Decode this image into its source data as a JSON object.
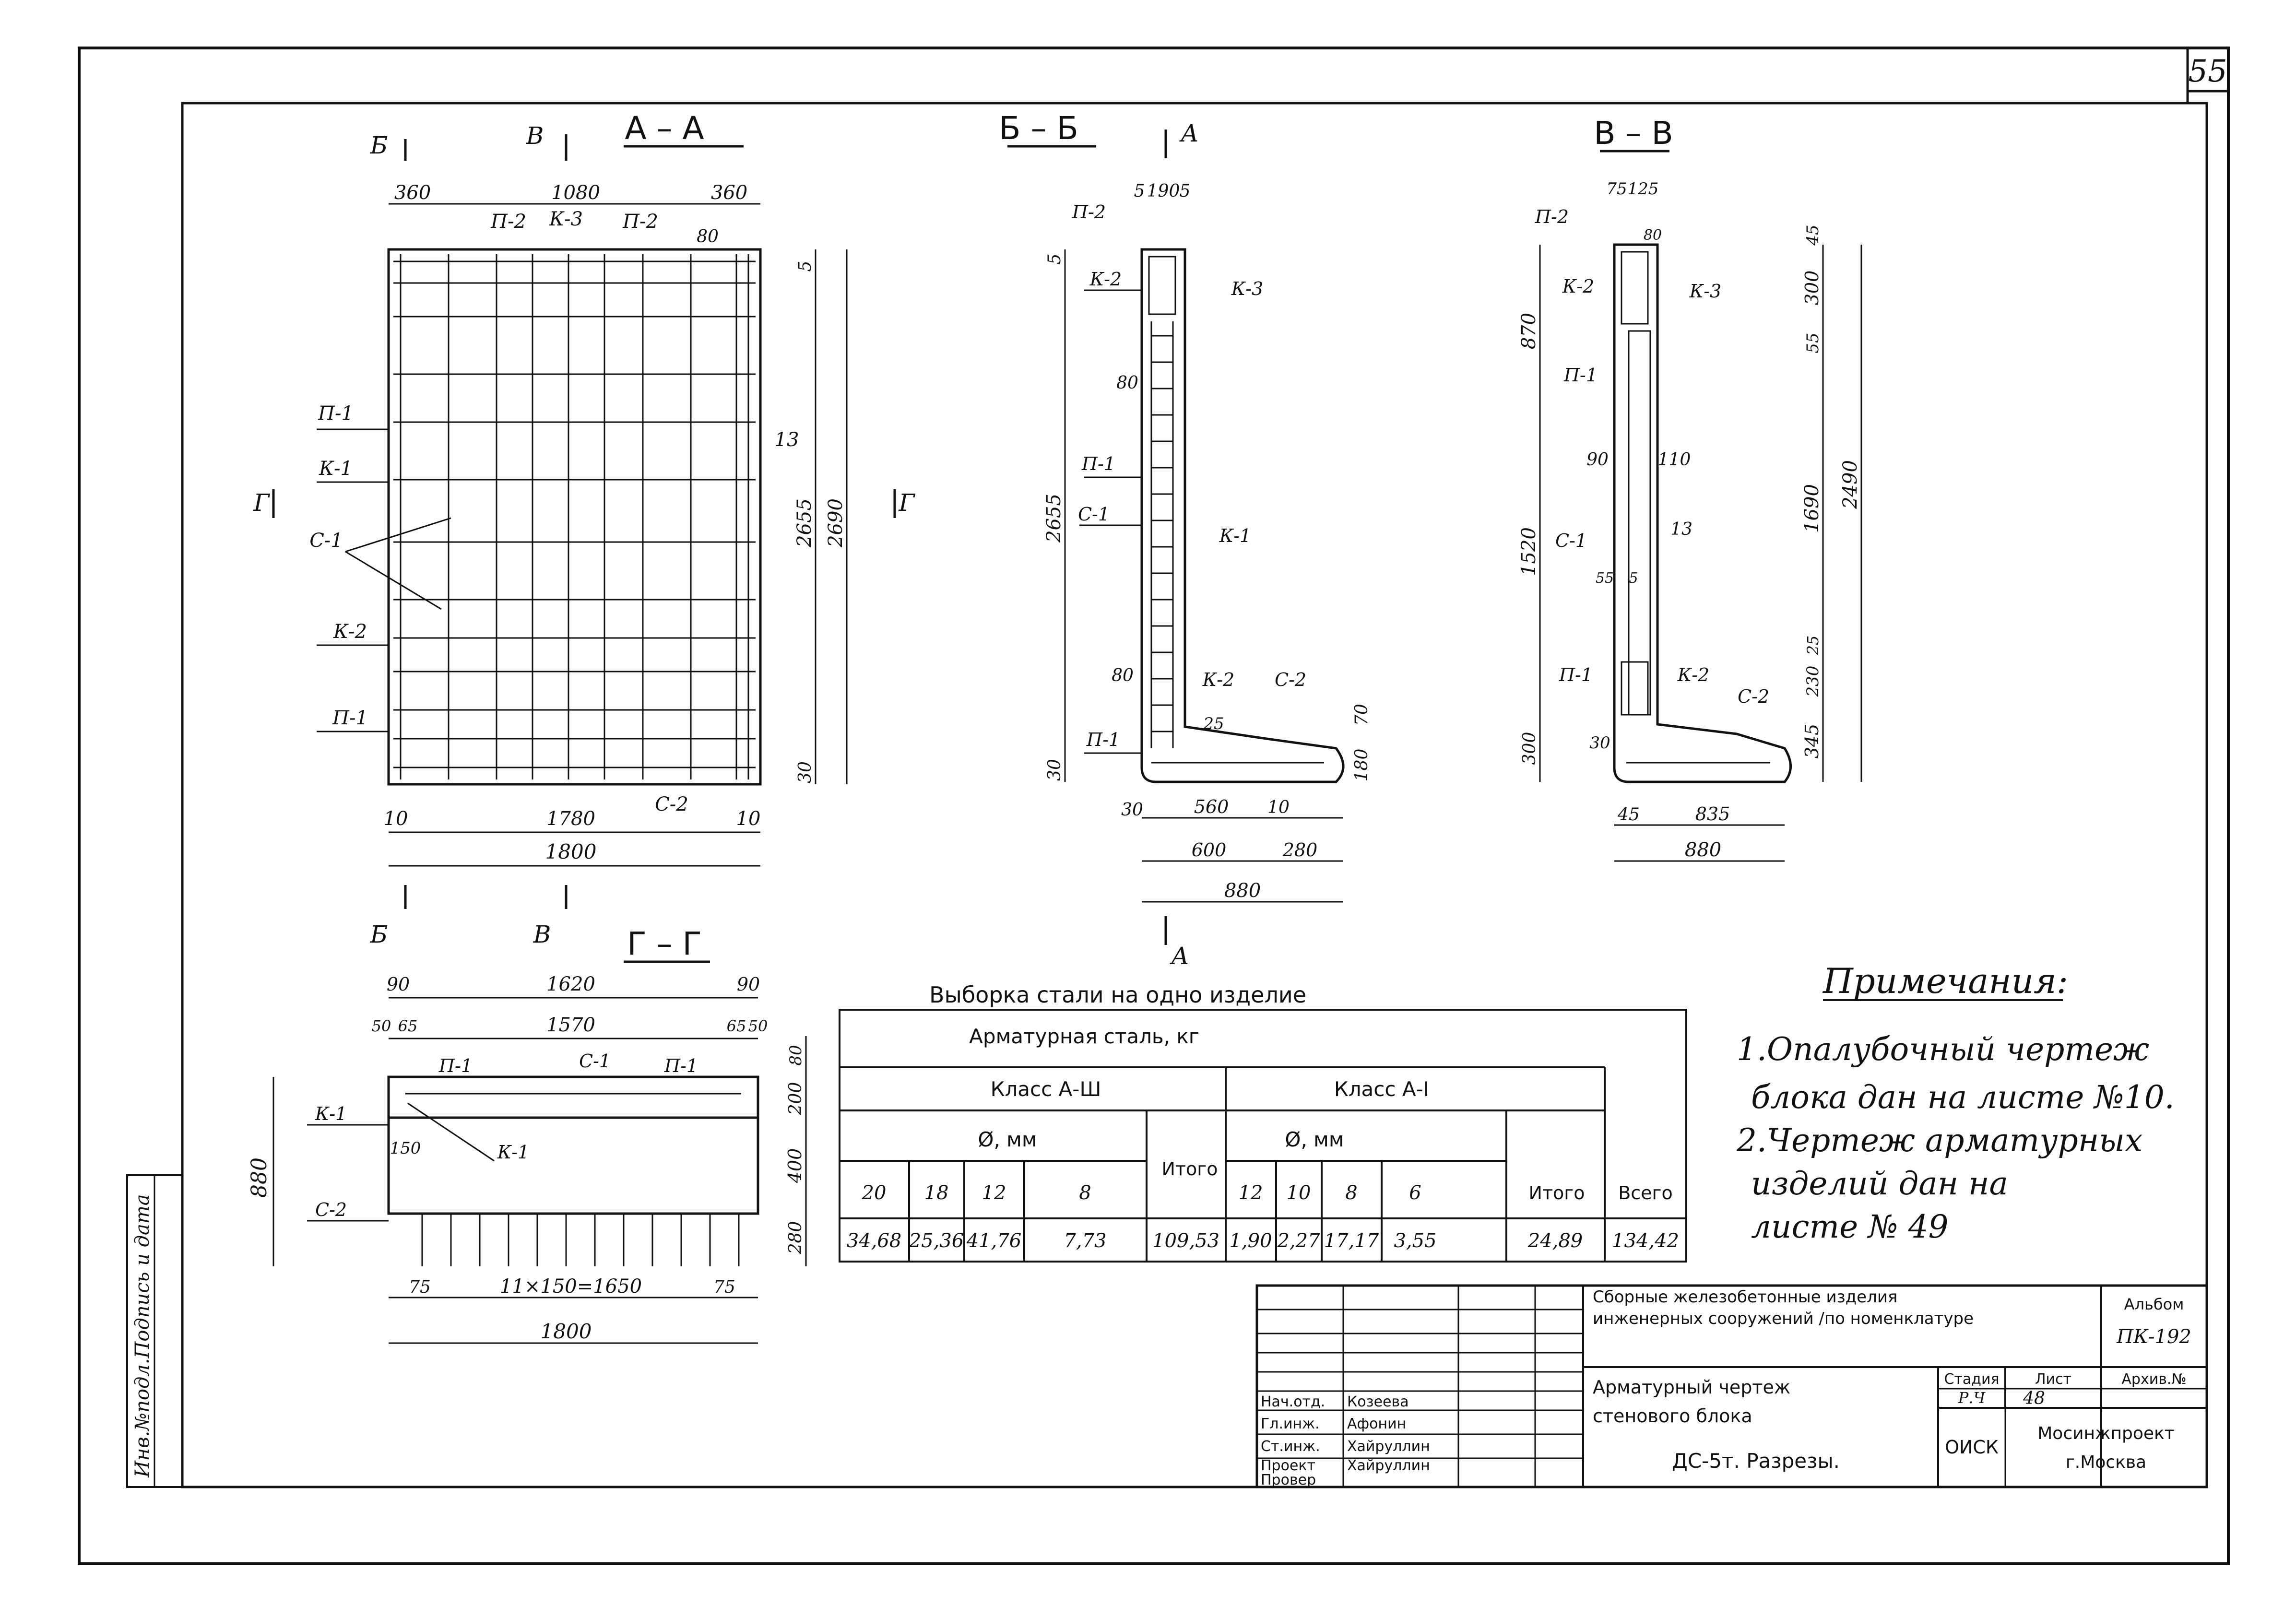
{
  "sheet": {
    "number": "55",
    "side_stamp": "Инв.№подл.Подпись и дата"
  },
  "sections": {
    "aa": {
      "title": "А – А",
      "cut_b": "Б",
      "cut_v": "В",
      "cut_g": "Г",
      "dims_top": [
        "360",
        "1080",
        "360"
      ],
      "dims_bottom": [
        "10",
        "1780",
        "10"
      ],
      "total_bottom": "1800",
      "dims_right": [
        "5",
        "2655",
        "2690",
        "30"
      ],
      "inner_label": "13",
      "labels": {
        "p2a": "П-2",
        "k3": "К-3",
        "p2b": "П-2",
        "d80": "80",
        "p1": "П-1",
        "k1": "К-1",
        "s1": "С-1",
        "k2": "К-2",
        "p1b": "П-1",
        "s2": "С-2"
      }
    },
    "bb": {
      "title": "Б – Б",
      "cut_a": "А",
      "dims_top": [
        "5",
        "190",
        "5"
      ],
      "dims_left": [
        "5",
        "2655",
        "30"
      ],
      "dims_bottom": [
        "30",
        "560",
        "10",
        "600",
        "280",
        "880"
      ],
      "dims_right": [
        "70",
        "180"
      ],
      "labels": {
        "p2": "П-2",
        "k2": "К-2",
        "k3": "К-3",
        "d80a": "80",
        "p1": "П-1",
        "s1": "С-1",
        "k1": "К-1",
        "d80b": "80",
        "k2b": "К-2",
        "s2": "С-2",
        "d25": "25",
        "p1b": "П-1"
      }
    },
    "vv": {
      "title": "В – В",
      "dims_top": [
        "75",
        "125"
      ],
      "dims_left": [
        "870",
        "1520",
        "300"
      ],
      "dims_right": [
        "45",
        "300",
        "55",
        "1690",
        "2490",
        "25",
        "230",
        "345"
      ],
      "dims_bottom": [
        "45",
        "835",
        "880"
      ],
      "labels": {
        "p2": "П-2",
        "d80": "80",
        "k2": "К-2",
        "k3": "К-3",
        "p1": "П-1",
        "d90": "90",
        "d110": "110",
        "s1": "С-1",
        "d13": "13",
        "d55a": "55",
        "d55b": "5",
        "p1b": "П-1",
        "k2b": "К-2",
        "s2": "С-2",
        "d30": "30"
      }
    },
    "gg": {
      "title": "Г – Г",
      "dims_top": [
        "90",
        "1620",
        "90"
      ],
      "dims_top2": [
        "50",
        "65",
        "1570",
        "65",
        "50"
      ],
      "dims_right": [
        "80",
        "200",
        "400",
        "280"
      ],
      "dim_left": "880",
      "dims_bottom": [
        "75",
        "11×150=1650",
        "75"
      ],
      "total_bottom": "1800",
      "dim_150": "150",
      "labels": {
        "p1": "П-1",
        "s1": "С-1",
        "p1b": "П-1",
        "k1": "К-1",
        "k1b": "К-1",
        "s2": "С-2"
      }
    }
  },
  "steel_table": {
    "title": "Выборка стали на одно изделие",
    "header": "Арматурная сталь, кг",
    "class_a3": "Класс А-Ш",
    "class_a1": "Класс А-I",
    "dia_a3": "Ø, мм",
    "dia_a1": "Ø, мм",
    "itogo": "Итого",
    "itogo2": "Итого",
    "vsego": "Всего",
    "diam_a3": [
      "20",
      "18",
      "12",
      "8"
    ],
    "diam_a1": [
      "12",
      "10",
      "8",
      "6"
    ],
    "values": [
      "34,68",
      "25,36",
      "41,76",
      "7,73",
      "109,53",
      "1,90",
      "2,27",
      "17,17",
      "3,55",
      "24,89",
      "134,42"
    ]
  },
  "notes": {
    "title": "Примечания:",
    "items": [
      [
        "1.Опалубочный чертеж",
        "блока дан на листе №10."
      ],
      [
        "2.Чертеж арматурных",
        "изделий дан на",
        "листе № 49"
      ]
    ]
  },
  "title_block": {
    "project": [
      "Сборные железобетонные изделия",
      "инженерных сооружений /по номенклатуре"
    ],
    "album_label": "Альбом",
    "album": "ПК-192",
    "drawing": [
      "Арматурный чертеж",
      "стенового блока"
    ],
    "code": "ДС-5т. Разрезы.",
    "stage_label": "Стадия",
    "sheet_label": "Лист",
    "archive_label": "Архив.№",
    "stage": "Р.Ч",
    "sheet": "48",
    "dept": "ОИСК",
    "org": [
      "Мосинжпроект",
      "г.Москва"
    ],
    "roles": [
      "Нач.отд.",
      "Гл.инж.",
      "Ст.инж.",
      "Проект",
      "Провер"
    ],
    "names": [
      "Козеева",
      "Афонин",
      "Хайруллин",
      "Хайруллин",
      ""
    ]
  }
}
